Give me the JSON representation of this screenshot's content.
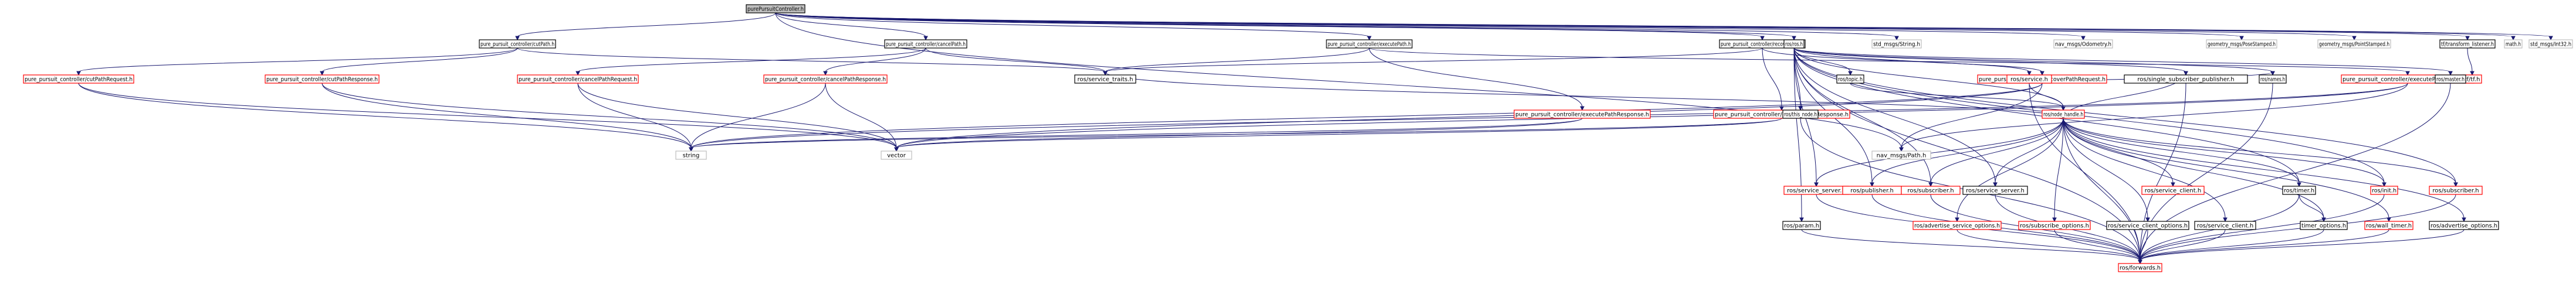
{
  "nodes": [
    {
      "id": "root",
      "label": "purePursuitController.h",
      "style": "root"
    },
    {
      "id": "cutPath",
      "label": "pure_pursuit_controller/cutPath.h",
      "style": "black"
    },
    {
      "id": "cancelPath",
      "label": "pure_pursuit_controller/cancelPath.h",
      "style": "black"
    },
    {
      "id": "executePath",
      "label": "pure_pursuit_controller/executePath.h",
      "style": "black"
    },
    {
      "id": "recoverPath",
      "label": "pure_pursuit_controller/recoverPath.h",
      "style": "black"
    },
    {
      "id": "ros",
      "label": "ros/ros.h",
      "style": "black"
    },
    {
      "id": "stdString",
      "label": "std_msgs/String.h",
      "style": "gray"
    },
    {
      "id": "odom",
      "label": "nav_msgs/Odometry.h",
      "style": "gray"
    },
    {
      "id": "pose",
      "label": "geometry_msgs/PoseStamped.h",
      "style": "gray"
    },
    {
      "id": "point",
      "label": "geometry_msgs/PointStamped.h",
      "style": "gray"
    },
    {
      "id": "tfl",
      "label": "tf/transform_listener.h",
      "style": "black"
    },
    {
      "id": "math",
      "label": "math.h",
      "style": "gray"
    },
    {
      "id": "int32",
      "label": "std_msgs/Int32.h",
      "style": "gray"
    },
    {
      "id": "cutReq",
      "label": "pure_pursuit_controller/cutPathRequest.h",
      "style": "red"
    },
    {
      "id": "cutResp",
      "label": "pure_pursuit_controller/cutPathResponse.h",
      "style": "red"
    },
    {
      "id": "cancelReq",
      "label": "pure_pursuit_controller/cancelPathRequest.h",
      "style": "red"
    },
    {
      "id": "cancelResp",
      "label": "pure_pursuit_controller/cancelPathResponse.h",
      "style": "red"
    },
    {
      "id": "rosServiceTraits",
      "label": "ros/service_traits.h",
      "style": "black"
    },
    {
      "id": "execResp",
      "label": "pure_pursuit_controller/executePathResponse.h",
      "style": "red"
    },
    {
      "id": "recResp",
      "label": "pure_pursuit_controller/recoverPathResponse.h",
      "style": "red"
    },
    {
      "id": "execReq",
      "label": "pure_pursuit_controller/executePathRequest.h",
      "style": "red"
    },
    {
      "id": "recReq",
      "label": "pure_pursuit_controller/recoverPathRequest.h",
      "style": "red"
    },
    {
      "id": "tfh",
      "label": "tf/tf.h",
      "style": "red"
    },
    {
      "id": "string",
      "label": "string",
      "style": "gray"
    },
    {
      "id": "vector",
      "label": "vector",
      "style": "gray"
    },
    {
      "id": "navPath",
      "label": "nav_msgs/Path.h",
      "style": "gray"
    },
    {
      "id": "topic",
      "label": "ros/topic.h",
      "style": "black"
    },
    {
      "id": "rosService",
      "label": "ros/service.h",
      "style": "red"
    },
    {
      "id": "single",
      "label": "ros/single_subscriber_publisher.h",
      "style": "black"
    },
    {
      "id": "names",
      "label": "ros/names.h",
      "style": "black"
    },
    {
      "id": "master",
      "label": "ros/master.h",
      "style": "black"
    },
    {
      "id": "thisNode",
      "label": "ros/this_node.h",
      "style": "black"
    },
    {
      "id": "nodeHandle",
      "label": "ros/node_handle.h",
      "style": "red"
    },
    {
      "id": "serviceServer",
      "label": "ros/service_server.h",
      "style": "red"
    },
    {
      "id": "publisher",
      "label": "ros/publisher.h",
      "style": "red"
    },
    {
      "id": "subscriber",
      "label": "ros/subscriber.h",
      "style": "red"
    },
    {
      "id": "serviceServer2",
      "label": "ros/service_server.h",
      "style": "black"
    },
    {
      "id": "serviceClient",
      "label": "ros/service_client.h",
      "style": "red"
    },
    {
      "id": "timer",
      "label": "ros/timer.h",
      "style": "black"
    },
    {
      "id": "init",
      "label": "ros/init.h",
      "style": "red"
    },
    {
      "id": "subscriber2",
      "label": "ros/subscriber.h",
      "style": "red"
    },
    {
      "id": "param",
      "label": "ros/param.h",
      "style": "black"
    },
    {
      "id": "advServiceOpt",
      "label": "ros/advertise_service_options.h",
      "style": "red"
    },
    {
      "id": "subscribeOpt",
      "label": "ros/subscribe_options.h",
      "style": "red"
    },
    {
      "id": "serviceClientOpt",
      "label": "ros/service_client_options.h",
      "style": "black"
    },
    {
      "id": "serviceClient2",
      "label": "ros/service_client.h",
      "style": "black"
    },
    {
      "id": "timerOpt",
      "label": "timer_options.h",
      "style": "black"
    },
    {
      "id": "wallTimer",
      "label": "ros/wall_timer.h",
      "style": "red"
    },
    {
      "id": "advOpt",
      "label": "ros/advertise_options.h",
      "style": "black"
    },
    {
      "id": "forwards",
      "label": "ros/forwards.h",
      "style": "red"
    }
  ],
  "edges": [
    [
      "root",
      "cutPath"
    ],
    [
      "root",
      "cancelPath"
    ],
    [
      "root",
      "executePath"
    ],
    [
      "root",
      "recoverPath"
    ],
    [
      "root",
      "ros"
    ],
    [
      "root",
      "stdString"
    ],
    [
      "root",
      "odom"
    ],
    [
      "root",
      "pose"
    ],
    [
      "root",
      "point"
    ],
    [
      "root",
      "tfl"
    ],
    [
      "root",
      "math"
    ],
    [
      "root",
      "int32"
    ],
    [
      "root",
      "navPath"
    ],
    [
      "cutPath",
      "cutReq"
    ],
    [
      "cutPath",
      "cutResp"
    ],
    [
      "cutPath",
      "rosServiceTraits"
    ],
    [
      "cancelPath",
      "cancelReq"
    ],
    [
      "cancelPath",
      "cancelResp"
    ],
    [
      "cancelPath",
      "rosServiceTraits"
    ],
    [
      "executePath",
      "execReq"
    ],
    [
      "executePath",
      "execResp"
    ],
    [
      "executePath",
      "rosServiceTraits"
    ],
    [
      "recoverPath",
      "recReq"
    ],
    [
      "recoverPath",
      "recResp"
    ],
    [
      "recoverPath",
      "rosServiceTraits"
    ],
    [
      "cutReq",
      "string"
    ],
    [
      "cutReq",
      "vector"
    ],
    [
      "cutResp",
      "string"
    ],
    [
      "cutResp",
      "vector"
    ],
    [
      "cancelReq",
      "string"
    ],
    [
      "cancelReq",
      "vector"
    ],
    [
      "cancelResp",
      "string"
    ],
    [
      "cancelResp",
      "vector"
    ],
    [
      "execReq",
      "string"
    ],
    [
      "execReq",
      "vector"
    ],
    [
      "execReq",
      "navPath"
    ],
    [
      "execResp",
      "string"
    ],
    [
      "execResp",
      "vector"
    ],
    [
      "recReq",
      "string"
    ],
    [
      "recReq",
      "vector"
    ],
    [
      "recReq",
      "navPath"
    ],
    [
      "recResp",
      "string"
    ],
    [
      "recResp",
      "vector"
    ],
    [
      "tfl",
      "tfh"
    ],
    [
      "ros",
      "topic"
    ],
    [
      "ros",
      "rosService"
    ],
    [
      "ros",
      "single"
    ],
    [
      "ros",
      "names"
    ],
    [
      "ros",
      "master"
    ],
    [
      "ros",
      "thisNode"
    ],
    [
      "ros",
      "nodeHandle"
    ],
    [
      "ros",
      "serviceServer"
    ],
    [
      "ros",
      "publisher"
    ],
    [
      "ros",
      "subscriber"
    ],
    [
      "ros",
      "serviceServer2"
    ],
    [
      "ros",
      "param"
    ],
    [
      "ros",
      "init"
    ],
    [
      "ros",
      "timer"
    ],
    [
      "ros",
      "forwards"
    ],
    [
      "ros",
      "subscriber2"
    ],
    [
      "topic",
      "nodeHandle"
    ],
    [
      "rosService",
      "nodeHandle"
    ],
    [
      "rosService",
      "names"
    ],
    [
      "rosService",
      "forwards"
    ],
    [
      "nodeHandle",
      "serviceServer"
    ],
    [
      "nodeHandle",
      "publisher"
    ],
    [
      "nodeHandle",
      "subscriber"
    ],
    [
      "nodeHandle",
      "serviceServer2"
    ],
    [
      "nodeHandle",
      "serviceClient"
    ],
    [
      "nodeHandle",
      "timer"
    ],
    [
      "nodeHandle",
      "init"
    ],
    [
      "nodeHandle",
      "subscriber2"
    ],
    [
      "nodeHandle",
      "advServiceOpt"
    ],
    [
      "nodeHandle",
      "subscribeOpt"
    ],
    [
      "nodeHandle",
      "serviceClientOpt"
    ],
    [
      "nodeHandle",
      "serviceClient2"
    ],
    [
      "nodeHandle",
      "timerOpt"
    ],
    [
      "nodeHandle",
      "wallTimer"
    ],
    [
      "nodeHandle",
      "advOpt"
    ],
    [
      "nodeHandle",
      "forwards"
    ],
    [
      "nodeHandle",
      "single"
    ],
    [
      "nodeHandle",
      "rosServiceTraits"
    ],
    [
      "thisNode",
      "forwards"
    ],
    [
      "names",
      "forwards"
    ],
    [
      "master",
      "forwards"
    ],
    [
      "param",
      "forwards"
    ],
    [
      "serviceServer",
      "forwards"
    ],
    [
      "publisher",
      "forwards"
    ],
    [
      "subscriber",
      "forwards"
    ],
    [
      "serviceServer2",
      "forwards"
    ],
    [
      "single",
      "forwards"
    ],
    [
      "timer",
      "forwards"
    ],
    [
      "timer",
      "timerOpt"
    ],
    [
      "init",
      "forwards"
    ],
    [
      "subscriber2",
      "forwards"
    ],
    [
      "advServiceOpt",
      "forwards"
    ],
    [
      "subscribeOpt",
      "forwards"
    ],
    [
      "serviceClientOpt",
      "forwards"
    ],
    [
      "serviceClient2",
      "forwards"
    ],
    [
      "timerOpt",
      "forwards"
    ],
    [
      "wallTimer",
      "forwards"
    ],
    [
      "advOpt",
      "forwards"
    ]
  ]
}
